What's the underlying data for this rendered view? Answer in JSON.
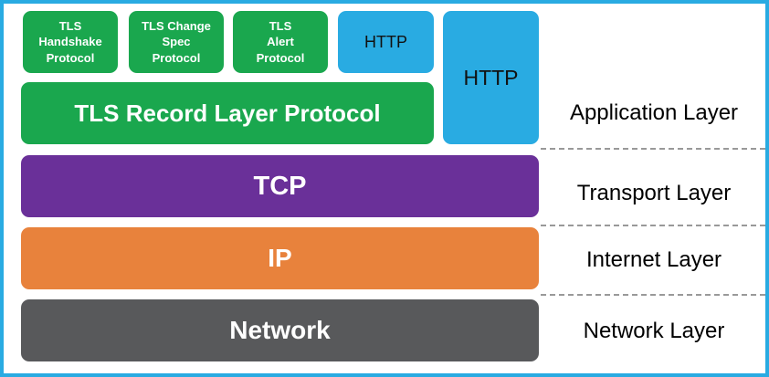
{
  "colors": {
    "green": "#1AA74E",
    "blue": "#29ABE2",
    "purple": "#6A3099",
    "orange": "#E8823C",
    "gray": "#58595B",
    "border": "#29ABE2",
    "dash": "#999999",
    "box_text_light": "#FFFFFF",
    "box_text_dark": "#111111",
    "label_text": "#000000"
  },
  "application_band": {
    "sub_protocols": [
      {
        "label": "TLS\nHandshake\nProtocol",
        "color": "green"
      },
      {
        "label": "TLS Change\nSpec\nProtocol",
        "color": "green"
      },
      {
        "label": "TLS\nAlert\nProtocol",
        "color": "green"
      },
      {
        "label": "HTTP",
        "color": "blue"
      }
    ],
    "record_layer": {
      "label": "TLS Record Layer Protocol",
      "color": "green"
    },
    "http_tall": {
      "label": "HTTP",
      "color": "blue"
    },
    "layer_label": "Application Layer"
  },
  "bands": [
    {
      "box_label": "TCP",
      "layer_label": "Transport Layer",
      "color": "purple"
    },
    {
      "box_label": "IP",
      "layer_label": "Internet Layer",
      "color": "orange"
    },
    {
      "box_label": "Network",
      "layer_label": "Network Layer",
      "color": "gray"
    }
  ]
}
